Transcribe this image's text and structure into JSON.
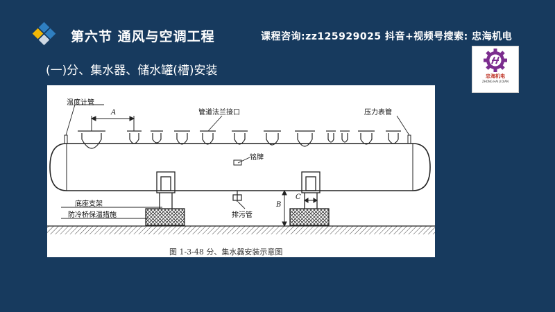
{
  "header": {
    "section_title": "第六节 通风与空调工程",
    "contact": "课程咨询:zz125929025  抖音+视频号搜索: 忠海机电"
  },
  "subtitle": "(一)分、集水器、储水罐(槽)安装",
  "brand": {
    "name": "忠海机电",
    "pinyin": "ZHONG HAI JI DIAN",
    "color": "#7b2d8e"
  },
  "figure": {
    "labels": {
      "thermometer": "温度计管",
      "flange": "管道法兰接口",
      "pressure": "压力表管",
      "nameplate": "铭牌",
      "support": "底座支架",
      "insulation": "防冷桥保温措施",
      "drain": "排污管",
      "dim_a": "A",
      "dim_b": "B",
      "dim_c": "C"
    },
    "caption": "图 1-3-48    分、集水器安装示意图"
  },
  "colors": {
    "background": "#173a5e",
    "accent_blue": "#2f7fc1",
    "accent_yellow": "#f2b705"
  }
}
